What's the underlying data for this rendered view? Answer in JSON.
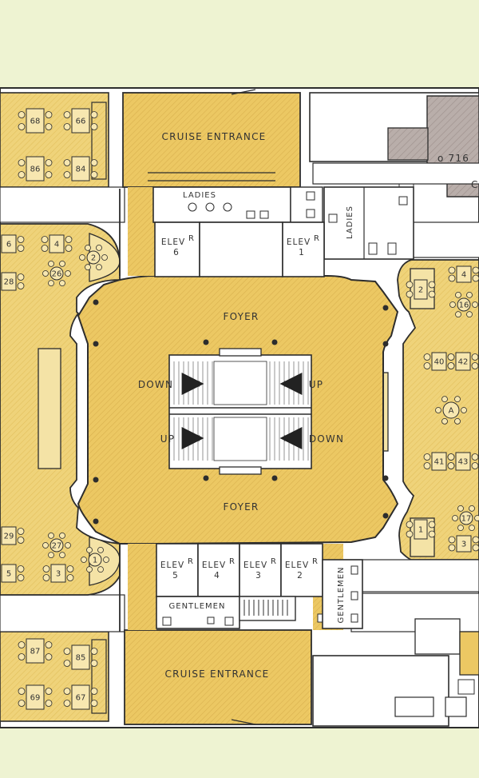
{
  "labels": {
    "cruise_entrance_top": "CRUISE ENTRANCE",
    "cruise_entrance_bottom": "CRUISE ENTRANCE",
    "foyer_top": "FOYER",
    "foyer_bottom": "FOYER",
    "ladies_horizontal": "LADIES",
    "ladies_vertical": "LADIES",
    "gentlemen_horizontal": "GENTLEMEN",
    "gentlemen_vertical": "GENTLEMEN",
    "down_left": "DOWN",
    "up_right": "UP",
    "up_left": "UP",
    "down_right": "DOWN",
    "cabin_fragment": "o 716",
    "cabin_letter": "C"
  },
  "elevators": {
    "prefix": "ELEV",
    "superscript": "R",
    "e6": "6",
    "e1": "1",
    "e5": "5",
    "e4": "4",
    "e3": "3",
    "e2": "2"
  },
  "tables": {
    "t68": "68",
    "t66": "66",
    "t86": "86",
    "t84": "84",
    "t6": "6",
    "t4l": "4",
    "t2l": "2",
    "t28": "28",
    "t26": "26",
    "t29": "29",
    "t27": "27",
    "t1l": "1",
    "t5": "5",
    "t3l": "3",
    "t87": "87",
    "t85": "85",
    "t69": "69",
    "t67": "67",
    "t2r": "2",
    "t4r": "4",
    "t16": "16",
    "t40": "40",
    "t42": "42",
    "tA": "A",
    "t41": "41",
    "t43": "43",
    "t1r": "1",
    "t17": "17",
    "t3r": "3"
  },
  "colors": {
    "background": "#eef3d2",
    "dining_fill": "#efd37a",
    "foyer_fill": "#ecc863",
    "wall": "#2d2d2d",
    "cabin_fill": "#b9aeaa",
    "white": "#ffffff"
  }
}
